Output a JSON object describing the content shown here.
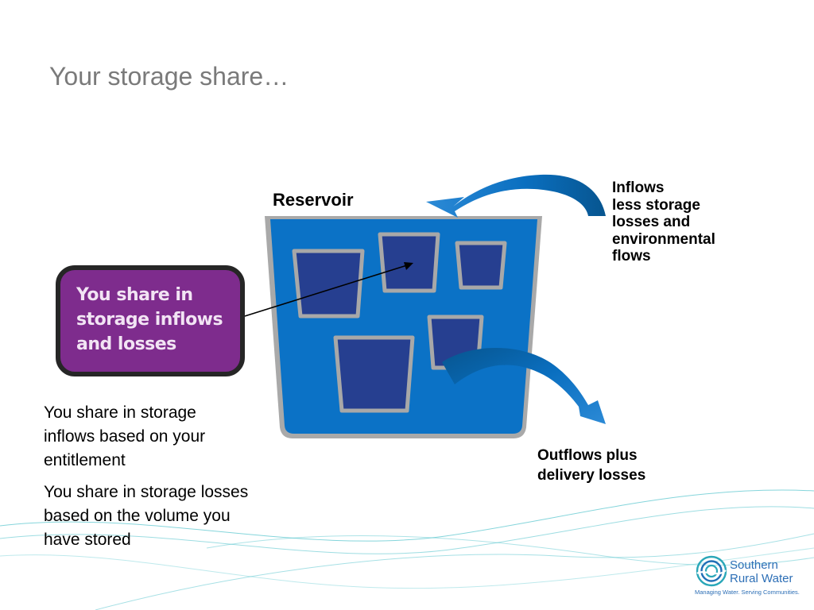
{
  "slide": {
    "title": "Your storage share…"
  },
  "diagram": {
    "reservoir_label": "Reservoir",
    "inflows_label": [
      "Inflows",
      "less storage",
      "losses and",
      "environmental",
      "flows"
    ],
    "outflows_label": [
      "Outflows plus",
      "delivery losses"
    ]
  },
  "callout": {
    "lines": [
      "You share in",
      "storage inflows",
      "and losses"
    ]
  },
  "body": {
    "paragraphs": [
      "You share in storage inflows based on your entitlement",
      "You share in storage losses based on the volume you have stored"
    ]
  },
  "logo": {
    "name_lines": [
      "Southern",
      "Rural Water"
    ],
    "tagline": "Managing Water. Serving Communities."
  },
  "colors": {
    "reservoir_water": "#0b72c6",
    "cup_fill": "#263f90",
    "cup_rim": "#a8a8a8",
    "arrow_blue": "#0a74c4",
    "callout_purple": "#7e2c8d",
    "title_gray": "#7a7a7a",
    "wave_cyan": "#5cc7cf"
  }
}
